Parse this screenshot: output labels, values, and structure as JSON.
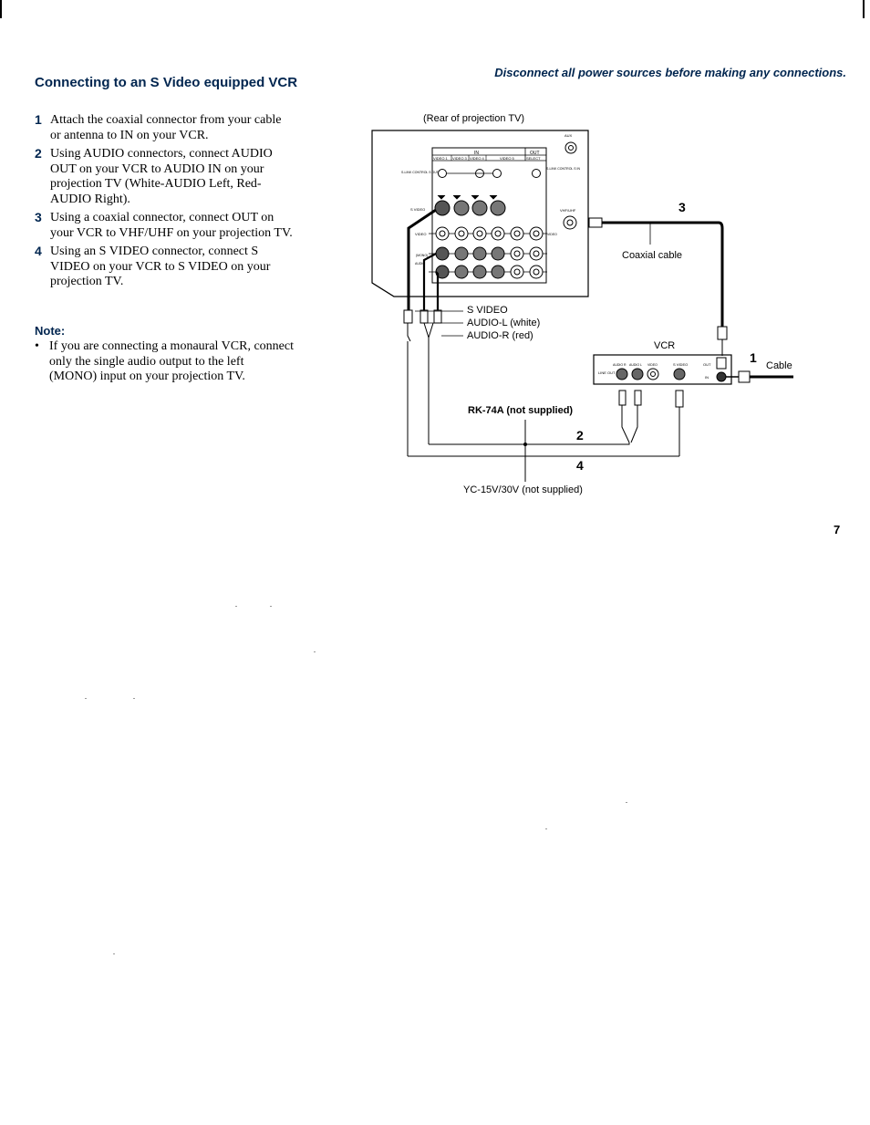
{
  "header": {
    "title": "Connecting to an S Video equipped VCR",
    "warning": "Disconnect all power sources before making any connections."
  },
  "steps": [
    {
      "number": "1",
      "text": "Attach the coaxial connector from your cable or antenna to IN on your VCR."
    },
    {
      "number": "2",
      "text": "Using AUDIO connectors, connect AUDIO OUT on your VCR to AUDIO IN on your projection TV (White-AUDIO Left, Red-AUDIO Right)."
    },
    {
      "number": "3",
      "text": "Using a coaxial connector, connect OUT on your VCR to VHF/UHF on your projection TV."
    },
    {
      "number": "4",
      "text": "Using an S VIDEO connector, connect S VIDEO on your VCR to S VIDEO on your projection TV."
    }
  ],
  "note": {
    "title": "Note:",
    "bullet": "•",
    "text": "If you are connecting a monaural VCR, connect only the single audio output to the left (MONO) input on your projection TV."
  },
  "diagram": {
    "rear_caption": "(Rear of projection TV)",
    "aux": "AUX",
    "panel_in": "IN",
    "panel_out": "OUT",
    "panel_cols": [
      "VIDEO 1",
      "VIDEO 3",
      "VIDEO 4",
      "VIDEO 5",
      "SELECT"
    ],
    "s_link_control_out": "S-LINK CONTROL S OUT",
    "s_link_control_in": "S-LINK CONTROL S IN",
    "s_video_label": "S VIDEO",
    "vhf_uhf": "VHF/UHF",
    "video_small": "VIDEO",
    "audio_small": "AUDIO",
    "mono_small": "(MONO)",
    "cable_labels": [
      "S VIDEO",
      "AUDIO-L (white)",
      "AUDIO-R (red)"
    ],
    "coaxial_cable": "Coaxial cable",
    "vcr": "VCR",
    "vcr_jacks": [
      "AUDIO R",
      "AUDIO L",
      "VIDEO",
      "S VIDEO",
      "OUT",
      "IN"
    ],
    "line_out": "LINE OUT",
    "cable": "Cable",
    "rk74a": "RK-74A (not supplied)",
    "yc15v": "YC-15V/30V (not supplied)",
    "callouts": [
      "1",
      "2",
      "3",
      "4"
    ]
  },
  "page_number": "7"
}
